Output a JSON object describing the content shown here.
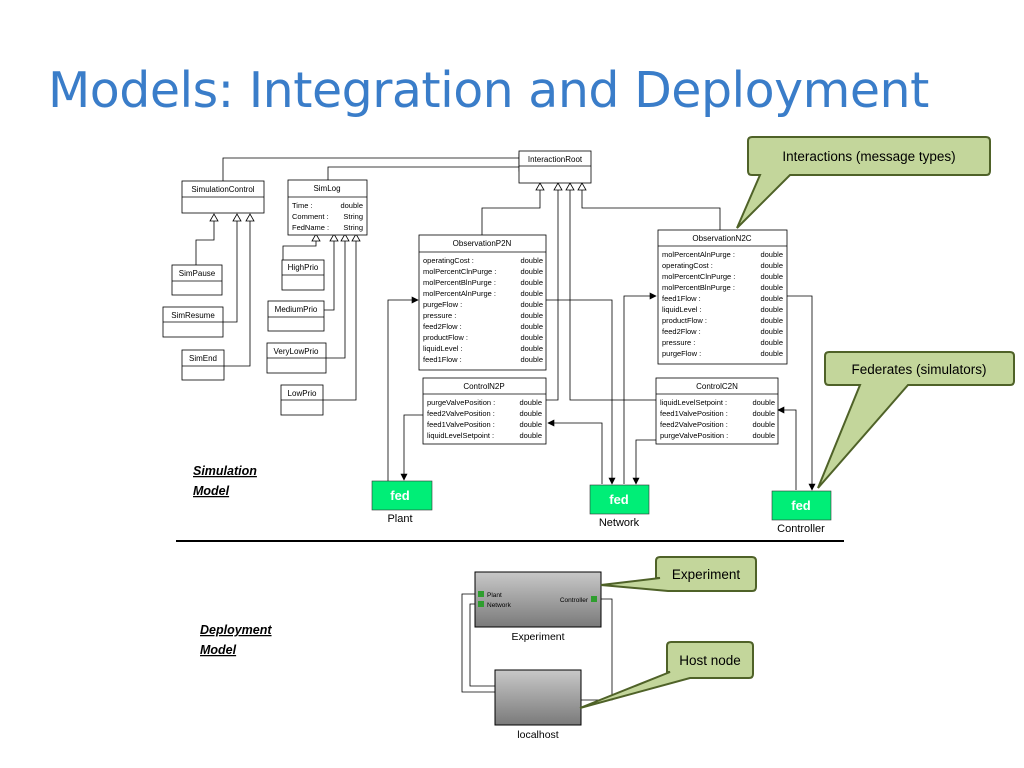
{
  "title": "Models: Integration and Deployment",
  "callouts": {
    "interactions": "Interactions (message types)",
    "federates": "Federates (simulators)",
    "experiment": "Experiment",
    "host_node": "Host node"
  },
  "model_labels": {
    "simulation_line1": "Simulation",
    "simulation_line2": "Model",
    "deployment_line1": "Deployment",
    "deployment_line2": "Model"
  },
  "classes": {
    "interaction_root": {
      "name": "InteractionRoot"
    },
    "simulation_control": {
      "name": "SimulationControl"
    },
    "sim_pause": {
      "name": "SimPause"
    },
    "sim_resume": {
      "name": "SimResume"
    },
    "sim_end": {
      "name": "SimEnd"
    },
    "sim_log": {
      "name": "SimLog",
      "attrs": [
        {
          "name": "Time :",
          "type": "double"
        },
        {
          "name": "Comment :",
          "type": "String"
        },
        {
          "name": "FedName :",
          "type": "String"
        }
      ]
    },
    "high_prio": {
      "name": "HighPrio"
    },
    "medium_prio": {
      "name": "MediumPrio"
    },
    "very_low_prio": {
      "name": "VeryLowPrio"
    },
    "low_prio": {
      "name": "LowPrio"
    },
    "observation_p2n": {
      "name": "ObservationP2N",
      "attrs": [
        {
          "name": "operatingCost :",
          "type": "double"
        },
        {
          "name": "molPercentClnPurge :",
          "type": "double"
        },
        {
          "name": "molPercentBlnPurge :",
          "type": "double"
        },
        {
          "name": "molPercentAlnPurge :",
          "type": "double"
        },
        {
          "name": "purgeFlow :",
          "type": "double"
        },
        {
          "name": "pressure :",
          "type": "double"
        },
        {
          "name": "feed2Flow :",
          "type": "double"
        },
        {
          "name": "productFlow :",
          "type": "double"
        },
        {
          "name": "liquidLevel :",
          "type": "double"
        },
        {
          "name": "feed1Flow :",
          "type": "double"
        }
      ]
    },
    "observation_n2c": {
      "name": "ObservationN2C",
      "attrs": [
        {
          "name": "molPercentAlnPurge :",
          "type": "double"
        },
        {
          "name": "operatingCost :",
          "type": "double"
        },
        {
          "name": "molPercentClnPurge :",
          "type": "double"
        },
        {
          "name": "molPercentBlnPurge :",
          "type": "double"
        },
        {
          "name": "feed1Flow :",
          "type": "double"
        },
        {
          "name": "liquidLevel :",
          "type": "double"
        },
        {
          "name": "productFlow :",
          "type": "double"
        },
        {
          "name": "feed2Flow :",
          "type": "double"
        },
        {
          "name": "pressure :",
          "type": "double"
        },
        {
          "name": "purgeFlow :",
          "type": "double"
        }
      ]
    },
    "control_n2p": {
      "name": "ControlN2P",
      "attrs": [
        {
          "name": "purgeValvePosition :",
          "type": "double"
        },
        {
          "name": "feed2ValvePosition :",
          "type": "double"
        },
        {
          "name": "feed1ValvePosition :",
          "type": "double"
        },
        {
          "name": "liquidLevelSetpoint :",
          "type": "double"
        }
      ]
    },
    "control_c2n": {
      "name": "ControlC2N",
      "attrs": [
        {
          "name": "liquidLevelSetpoint :",
          "type": "double"
        },
        {
          "name": "feed1ValvePosition :",
          "type": "double"
        },
        {
          "name": "feed2ValvePosition :",
          "type": "double"
        },
        {
          "name": "purgeValvePosition :",
          "type": "double"
        }
      ]
    }
  },
  "federates": {
    "icon_text": "fed",
    "plant": "Plant",
    "network": "Network",
    "controller": "Controller"
  },
  "deployment": {
    "experiment_label": "Experiment",
    "host_label": "localhost",
    "port_plant": "Plant",
    "port_network": "Network",
    "port_controller": "Controller"
  },
  "colors": {
    "title": "#3a7dc9",
    "callout_fill": "#c3d69b",
    "callout_stroke": "#4f6228",
    "fed_fill": "#00ee77",
    "port_green": "#2e9e2e"
  }
}
